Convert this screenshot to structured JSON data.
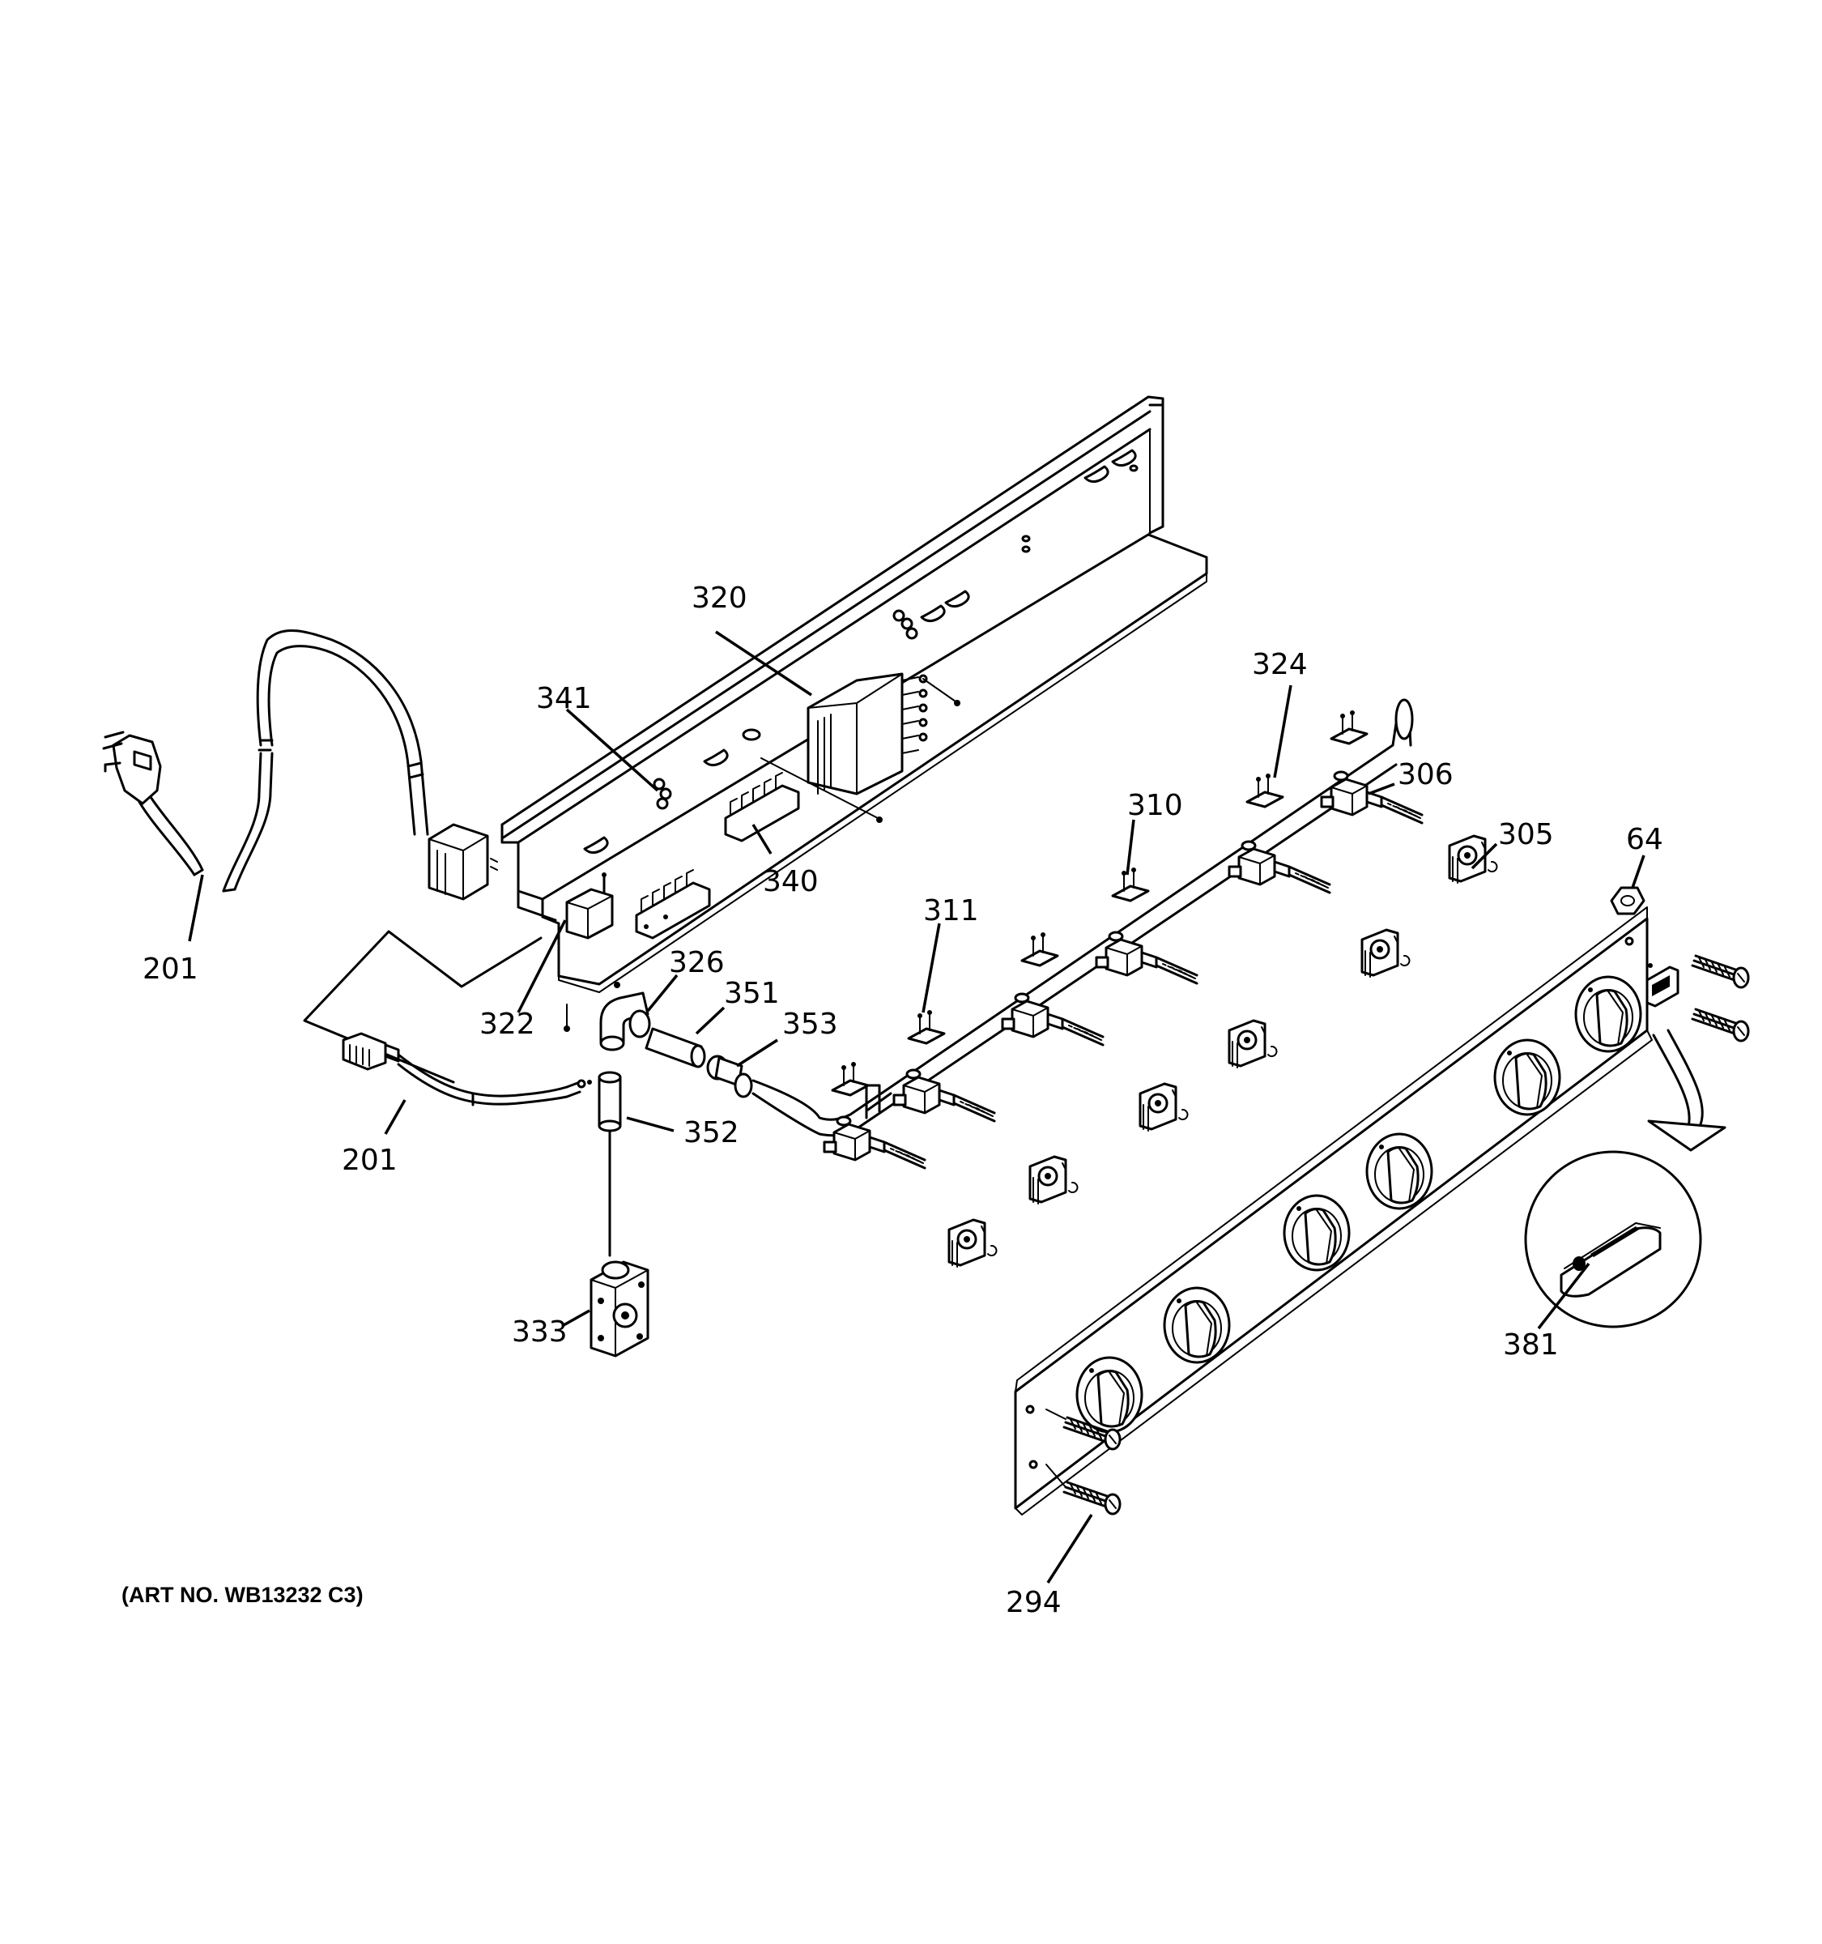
{
  "diagram": {
    "art_number": "(ART NO. WB13232 C3)",
    "labels": {
      "p201a": "201",
      "p201b": "201",
      "p320": "320",
      "p341": "341",
      "p340": "340",
      "p322": "322",
      "p324": "324",
      "p306": "306",
      "p305": "305",
      "p310": "310",
      "p311": "311",
      "p326": "326",
      "p351": "351",
      "p353": "353",
      "p352": "352",
      "p333": "333",
      "p64": "64",
      "p381": "381",
      "p294": "294"
    }
  }
}
